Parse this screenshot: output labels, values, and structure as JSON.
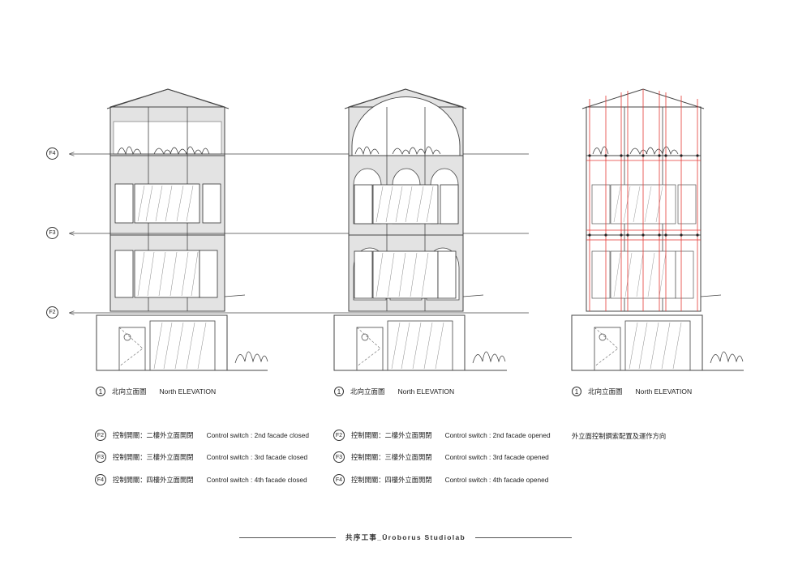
{
  "levels": [
    {
      "tag": "F4"
    },
    {
      "tag": "F3"
    },
    {
      "tag": "F2"
    }
  ],
  "elevation_captions": [
    {
      "num": "1",
      "zh": "北向立面圖",
      "en": "North  ELEVATION"
    },
    {
      "num": "1",
      "zh": "北向立面圖",
      "en": "North  ELEVATION"
    },
    {
      "num": "1",
      "zh": "北向立面圖",
      "en": "North  ELEVATION"
    }
  ],
  "legend_closed": [
    {
      "tag": "F2",
      "zh": "控制開關：二樓外立面開閉",
      "en": "Control switch : 2nd facade closed"
    },
    {
      "tag": "F3",
      "zh": "控制開關：三樓外立面開閉",
      "en": "Control switch : 3rd facade closed"
    },
    {
      "tag": "F4",
      "zh": "控制開關：四樓外立面開閉",
      "en": "Control switch : 4th facade closed"
    }
  ],
  "legend_opened": [
    {
      "tag": "F2",
      "zh": "控制開關：二樓外立面開閉",
      "en": "Control switch : 2nd facade opened"
    },
    {
      "tag": "F3",
      "zh": "控制開關：三樓外立面開閉",
      "en": "Control switch : 3rd facade opened"
    },
    {
      "tag": "F4",
      "zh": "控制開關：四樓外立面開閉",
      "en": "Control switch : 4th facade opened"
    }
  ],
  "cable_note": "外立面控制鋼索配置及運作方向",
  "footer": "共序工事_Ūroborus Studiolab",
  "colors": {
    "line": "#444444",
    "fill": "#e3e3e3",
    "cable": "#e53935"
  }
}
